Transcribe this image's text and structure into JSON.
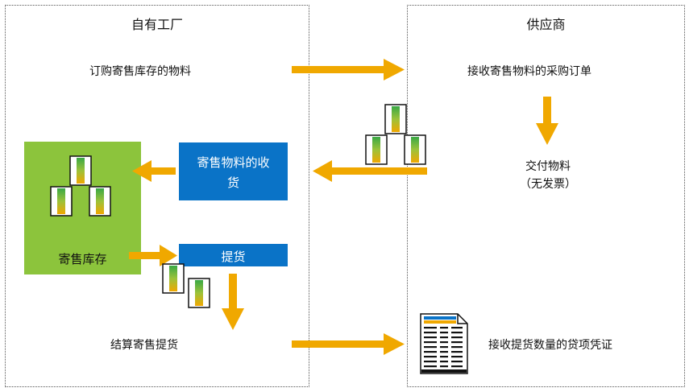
{
  "lanes": {
    "left_title": "自有工厂",
    "right_title": "供应商"
  },
  "steps": {
    "order": "订购寄售库存的物料",
    "receive_po": "接收寄售物料的采购订单",
    "deliver_line1": "交付物料",
    "deliver_line2": "（无发票）",
    "goods_receipt_line1": "寄售物料的收",
    "goods_receipt_line2": "货",
    "consignment_stock": "寄售库存",
    "withdrawal": "提货",
    "settle": "结算寄售提货",
    "credit_memo": "接收提货数量的贷项凭证"
  },
  "colors": {
    "arrow": "#f0a800",
    "blue": "#0a73c7",
    "green": "#8cc43c"
  }
}
